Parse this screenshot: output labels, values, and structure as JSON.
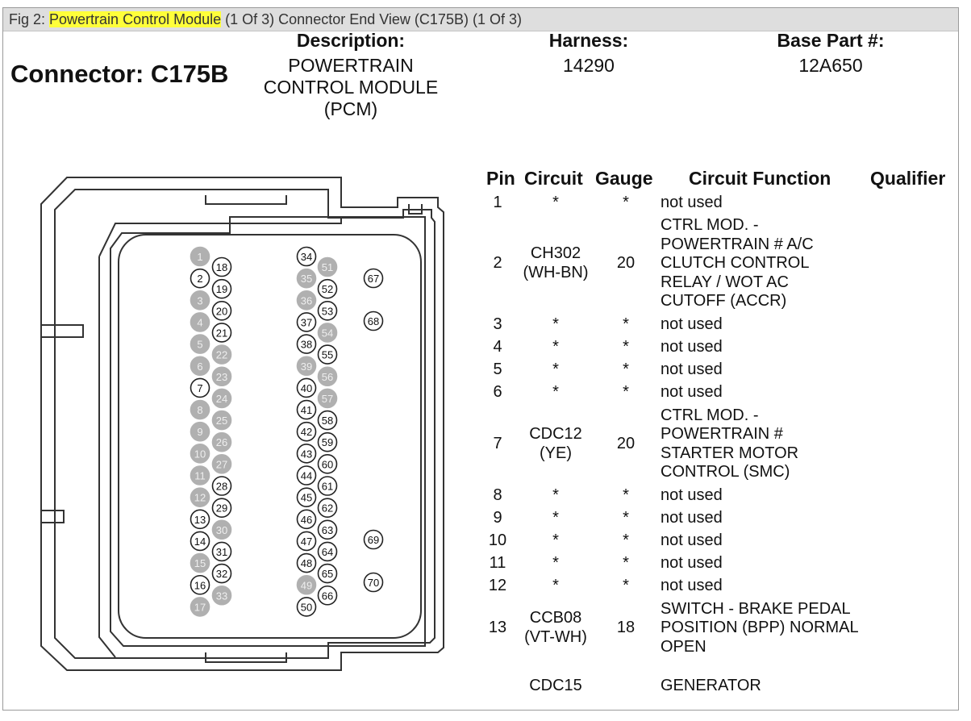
{
  "caption": {
    "prefix": "Fig 2: ",
    "highlight": "Powertrain Control Module",
    "suffix": " (1 Of 3) Connector End View (C175B) (1 Of 3)",
    "highlight_color": "#ffff3a"
  },
  "connector": {
    "title": "Connector: C175B"
  },
  "header": {
    "description_label": "Description:",
    "description_value": "POWERTRAIN\nCONTROL MODULE\n(PCM)",
    "harness_label": "Harness:",
    "harness_value": "14290",
    "base_part_label": "Base Part #:",
    "base_part_value": "12A650"
  },
  "table": {
    "headers": {
      "pin": "Pin",
      "circuit": "Circuit",
      "gauge": "Gauge",
      "function": "Circuit Function",
      "qualifier": "Qualifier"
    },
    "rows": [
      {
        "pin": "1",
        "circuit": "*",
        "gauge": "*",
        "function": "not used"
      },
      {
        "pin": "2",
        "circuit": "CH302\n(WH-BN)",
        "gauge": "20",
        "function": "CTRL MOD. -\nPOWERTRAIN # A/C\nCLUTCH CONTROL\nRELAY / WOT AC\nCUTOFF (ACCR)"
      },
      {
        "pin": "3",
        "circuit": "*",
        "gauge": "*",
        "function": "not used"
      },
      {
        "pin": "4",
        "circuit": "*",
        "gauge": "*",
        "function": "not used"
      },
      {
        "pin": "5",
        "circuit": "*",
        "gauge": "*",
        "function": "not used"
      },
      {
        "pin": "6",
        "circuit": "*",
        "gauge": "*",
        "function": "not used"
      },
      {
        "pin": "7",
        "circuit": "CDC12\n(YE)",
        "gauge": "20",
        "function": "CTRL MOD. -\nPOWERTRAIN #\nSTARTER MOTOR\nCONTROL (SMC)"
      },
      {
        "pin": "8",
        "circuit": "*",
        "gauge": "*",
        "function": "not used"
      },
      {
        "pin": "9",
        "circuit": "*",
        "gauge": "*",
        "function": "not used"
      },
      {
        "pin": "10",
        "circuit": "*",
        "gauge": "*",
        "function": "not used"
      },
      {
        "pin": "11",
        "circuit": "*",
        "gauge": "*",
        "function": "not used"
      },
      {
        "pin": "12",
        "circuit": "*",
        "gauge": "*",
        "function": "not used"
      },
      {
        "pin": "13",
        "circuit": "CCB08\n(VT-WH)",
        "gauge": "18",
        "function": "SWITCH - BRAKE PEDAL\nPOSITION (BPP) NORMAL\nOPEN"
      },
      {
        "pin": "",
        "circuit": "CDC15",
        "gauge": "",
        "function": "GENERATOR"
      }
    ]
  },
  "connector_pins": {
    "used_pins": [
      "2",
      "7",
      "13",
      "14",
      "16",
      "18",
      "19",
      "20",
      "21",
      "28",
      "29",
      "31",
      "32",
      "34",
      "37",
      "38",
      "40",
      "41",
      "42",
      "43",
      "44",
      "45",
      "46",
      "47",
      "48",
      "50",
      "52",
      "53",
      "55",
      "58",
      "59",
      "60",
      "61",
      "62",
      "63",
      "64",
      "65",
      "66",
      "67",
      "68",
      "69",
      "70"
    ],
    "unused_pins": [
      "1",
      "3",
      "4",
      "5",
      "6",
      "8",
      "9",
      "10",
      "11",
      "12",
      "15",
      "17",
      "22",
      "23",
      "24",
      "25",
      "26",
      "27",
      "30",
      "33",
      "35",
      "36",
      "39",
      "49",
      "51",
      "54",
      "56",
      "57"
    ],
    "used_color": "#ffffff",
    "unused_color": "#b0b0b0"
  }
}
